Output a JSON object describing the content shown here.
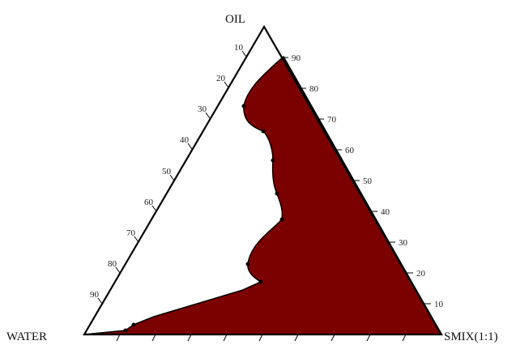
{
  "vertices": {
    "top": "OIL",
    "left": "WATER",
    "right": "SMIX(1:1)"
  },
  "left_axis_ticks": [
    "10",
    "20",
    "30",
    "40",
    "50",
    "60",
    "70",
    "80",
    "90"
  ],
  "right_axis_ticks": [
    "90",
    "80",
    "70",
    "60",
    "50",
    "40",
    "30",
    "20",
    "10"
  ],
  "colors": {
    "region": "#7b0000",
    "outline": "#000000"
  }
}
